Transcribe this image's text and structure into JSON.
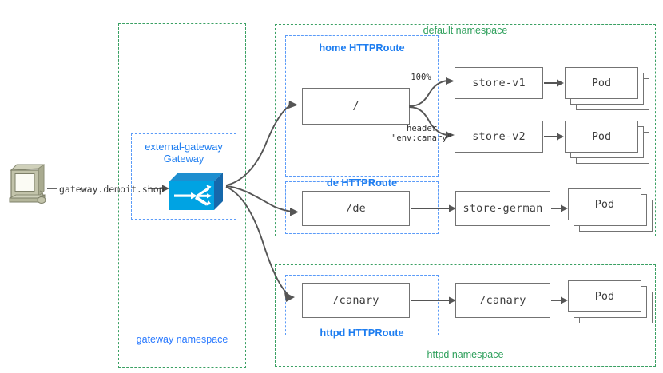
{
  "diagram": {
    "title": "Kubernetes Gateway API routing diagram",
    "colors": {
      "namespace_border": "#3aa063",
      "namespace_label": "#2fa05c",
      "route_border": "#5b9bf8",
      "route_label": "#1f7ef0",
      "box_border": "#737373",
      "box_text": "#3c3c3c",
      "arrow": "#555555",
      "gateway_icon_front": "#00a0e0",
      "gateway_icon_top": "#1e7fc8",
      "gateway_icon_side": "#1668ab",
      "computer_body": "#b5b79a"
    }
  },
  "client": {
    "icon": "desktop-computer-icon",
    "hostname": "gateway.demoit.shop"
  },
  "namespaces": [
    {
      "id": "gateway",
      "label": "gateway namespace",
      "label_color": "blue"
    },
    {
      "id": "default",
      "label": "default namespace",
      "label_color": "green"
    },
    {
      "id": "httpd",
      "label": "httpd namespace",
      "label_color": "green"
    }
  ],
  "gateway": {
    "name_line1": "external-gateway",
    "name_line2": "Gateway",
    "icon": "router-gateway-icon"
  },
  "routes": [
    {
      "id": "home",
      "label": "home HTTPRoute",
      "label_position": "top",
      "match": "/",
      "backends": [
        {
          "name": "store-v1",
          "edge_label": "100%",
          "pod": "Pod"
        },
        {
          "name": "store-v2",
          "edge_label_line1": "header",
          "edge_label_line2": "\"env:canary\"",
          "pod": "Pod"
        }
      ]
    },
    {
      "id": "de",
      "label": "de HTTPRoute",
      "label_position": "top",
      "match": "/de",
      "backends": [
        {
          "name": "store-german",
          "pod": "Pod"
        }
      ]
    },
    {
      "id": "httpd",
      "label": "httpd HTTPRoute",
      "label_position": "bottom",
      "match": "/canary",
      "backends": [
        {
          "name": "/canary",
          "pod": "Pod"
        }
      ]
    }
  ]
}
